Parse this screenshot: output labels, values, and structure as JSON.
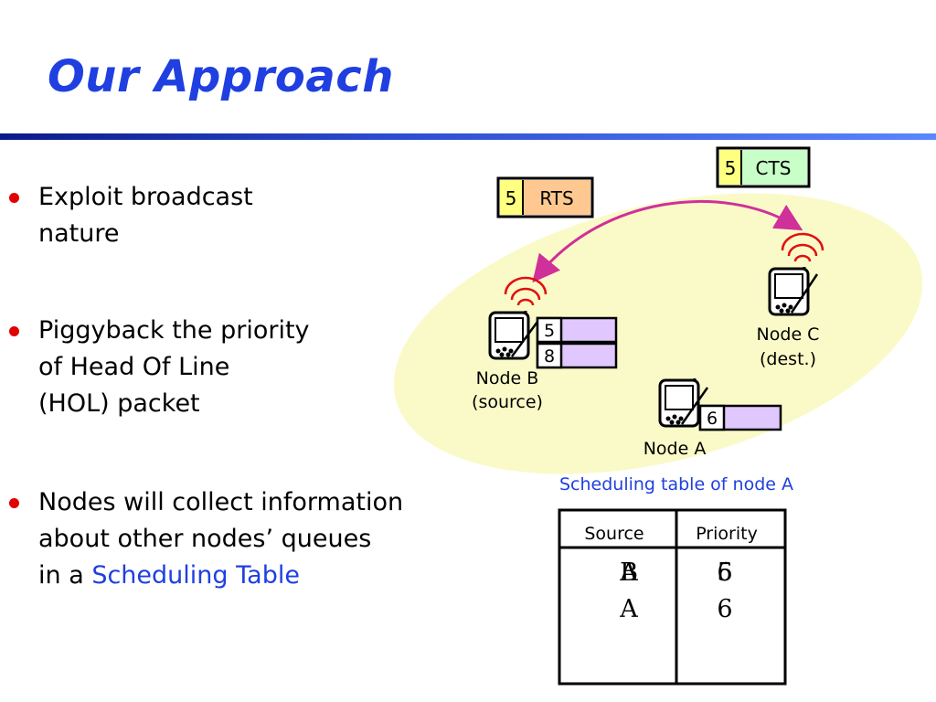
{
  "slide": {
    "title": "Our Approach"
  },
  "bullets": [
    {
      "lines": [
        "Exploit broadcast",
        "nature"
      ]
    },
    {
      "lines": [
        "Piggyback the priority",
        "of Head Of Line",
        "(HOL) packet"
      ]
    },
    {
      "lines": [
        "Nodes will collect information",
        "about other nodes’ queues"
      ],
      "prefix": "in a ",
      "highlight": "Scheduling Table"
    }
  ],
  "diagram": {
    "rts": {
      "num": "5",
      "label": "RTS"
    },
    "cts": {
      "num": "5",
      "label": "CTS"
    },
    "node_b": {
      "label": "Node B",
      "sublabel": "(source)",
      "queue": [
        "5",
        "8"
      ]
    },
    "node_c": {
      "label": "Node C",
      "sublabel": "(dest.)"
    },
    "node_a": {
      "label": "Node A",
      "queue": [
        "6"
      ]
    },
    "table_caption": "Scheduling table of node A",
    "table": {
      "headers": [
        "Source",
        "Priority"
      ],
      "rows": [
        {
          "source": "B",
          "priority": "5",
          "overlay_source": "A",
          "overlay_priority": "6"
        },
        {
          "source": "A",
          "priority": "6"
        }
      ]
    },
    "colors": {
      "accent": "#1f3fe0",
      "ellipse": "#fafac8",
      "rts_num_bg": "#ffff80",
      "rts_label_bg": "#ffc890",
      "cts_label_bg": "#c8ffc8",
      "queue_bg": "#e0c8ff",
      "arrow": "#d0309a",
      "wave": "#e01010"
    }
  }
}
